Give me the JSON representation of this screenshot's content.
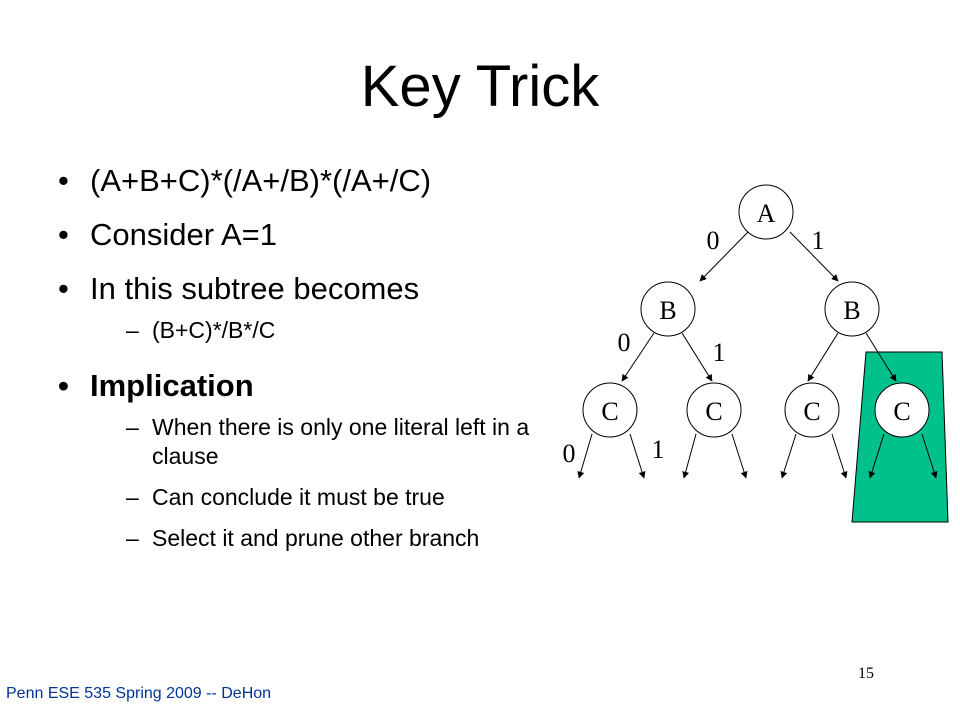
{
  "slide": {
    "title": "Key Trick",
    "bullets": [
      {
        "text": "(A+B+C)*(/A+/B)*(/A+/C)"
      },
      {
        "text": "Consider A=1"
      },
      {
        "text": "In this subtree becomes",
        "sub": [
          "(B+C)*/B*/C"
        ]
      },
      {
        "text": "Implication",
        "sub": [
          "When there is only one literal left in a clause",
          "Can conclude it must be true",
          "Select it and prune other branch"
        ]
      }
    ]
  },
  "tree": {
    "root": "A",
    "level2": [
      "B",
      "B"
    ],
    "level3": [
      "C",
      "C",
      "C",
      "C"
    ],
    "edge_labels": [
      "0",
      "1",
      "0",
      "1",
      "0",
      "1"
    ],
    "highlight_color": "#00C08C"
  },
  "footer": {
    "course": "Penn ESE 535 Spring 2009 -- DeHon",
    "page": "15"
  }
}
